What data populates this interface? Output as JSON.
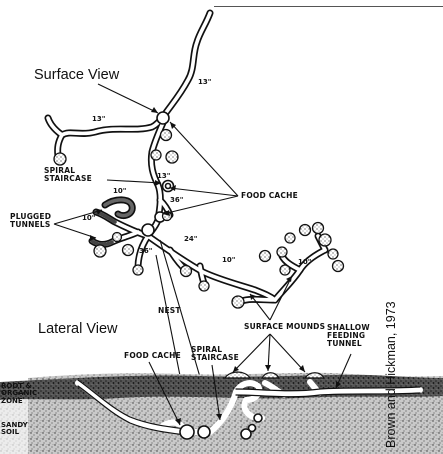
{
  "views": {
    "surface": "Surface View",
    "lateral": "Lateral View"
  },
  "credit": "Brown and Hickman, 1973",
  "labels": {
    "spiral_staircase": "SPIRAL\nSTAIRCASE",
    "plugged_tunnels": "PLUGGED\nTUNNELS",
    "food_cache_top": "FOOD CACHE",
    "nest": "NEST",
    "surface_mounds": "SURFACE MOUNDS",
    "shallow_feeding_tunnel": "SHALLOW\nFEEDING\nTUNNEL",
    "food_cache_lateral": "FOOD CACHE",
    "spiral_staircase_lateral": "SPIRAL\nSTAIRCASE",
    "root_zone": "ROOT &\nORGANIC\nZONE",
    "sandy_soil": "SANDY\nSOIL"
  },
  "measurements": [
    "13\"",
    "13\"",
    "13\"",
    "36\"",
    "10\"",
    "10\"",
    "36\"",
    "24\"",
    "10\"",
    "10\""
  ],
  "colors": {
    "ink": "#111111",
    "soil": "#9a9a9a",
    "root_zone": "#444444"
  }
}
